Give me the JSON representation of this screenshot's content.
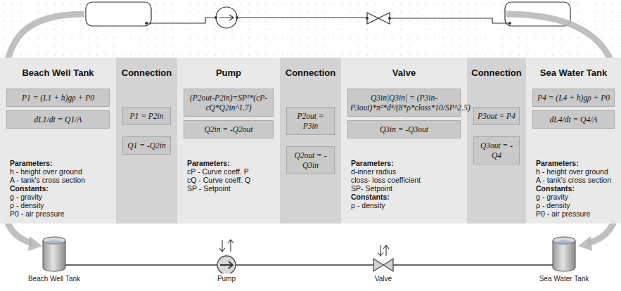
{
  "diagram": {
    "nodes": [
      {
        "text": [
          "Beach Well Tank",
          "Parameters:",
          "h - height over ground",
          "A - tank's cross section",
          "Constants:",
          "g - gravity",
          "ρ - density",
          "P0 - air pressure"
        ]
      },
      {
        "text": [
          "P1 = (L1 + h)gρ + P0"
        ],
        "in": 0
      },
      {
        "text": [
          "dL1/dt = Q1/A"
        ],
        "in": 0
      },
      {
        "text": [
          "Connection"
        ]
      },
      {
        "text": [
          "P1 = P2in"
        ],
        "in": 3
      },
      {
        "text": [
          "Q1 = -Q2in"
        ],
        "in": 3
      },
      {
        "text": [
          "Pump",
          "Parameters:",
          "cP - Curve coeff. P",
          "cQ - Curve coeff. Q",
          "SP - Setpoint"
        ]
      },
      {
        "text": [
          "(P2out-P2in)=SP²*(cP-cQ*Q2in^1.7)"
        ],
        "in": 6
      },
      {
        "text": [
          "Q2in = -Q2out"
        ],
        "in": 6
      },
      {
        "text": [
          "Connection"
        ]
      },
      {
        "text": [
          "P2out = P3in"
        ],
        "in": 9
      },
      {
        "text": [
          "Q2out = -Q3in"
        ],
        "in": 9
      },
      {
        "text": [
          "Valve",
          "Parameters:",
          "d-inner radius",
          "closs- loss coefficient",
          "SP- Setpoint",
          "Constants:",
          "ρ - density"
        ]
      },
      {
        "text": [
          "Q3in|Q3in| = (P3in-P3out)*π²*d⁴/(8*ρ*closs*10/SP^2.5)"
        ],
        "in": 12
      },
      {
        "text": [
          "Q3in = -Q3out"
        ],
        "in": 12
      },
      {
        "text": [
          "Connection"
        ]
      },
      {
        "text": [
          "P3out = P4"
        ],
        "in": 15
      },
      {
        "text": [
          "Q3out = -Q4"
        ],
        "in": 15
      },
      {
        "text": [
          "Sea Water Tank",
          "Parameters:",
          "h - height over ground",
          "A - tank's cross section",
          "Constants:",
          "g - gravity",
          "ρ - density",
          "P0 - air pressure"
        ]
      },
      {
        "text": [
          "P4 = (L4 + h)gρ + P0"
        ],
        "in": 18
      },
      {
        "text": [
          "dL4/dt = Q4/A"
        ],
        "in": 18
      },
      {
        "text": [
          "Beach Well Tank"
        ]
      },
      {
        "text": [
          "Pump"
        ]
      },
      {
        "text": [
          "Valve"
        ]
      },
      {
        "text": [
          "Sea Water Tank"
        ]
      }
    ],
    "edges": [
      {
        "from": 21,
        "to": 22,
        "arrow": "none"
      },
      {
        "from": 22,
        "to": 23,
        "arrow": "none"
      },
      {
        "from": 23,
        "to": 24,
        "arrow": "none"
      }
    ]
  }
}
